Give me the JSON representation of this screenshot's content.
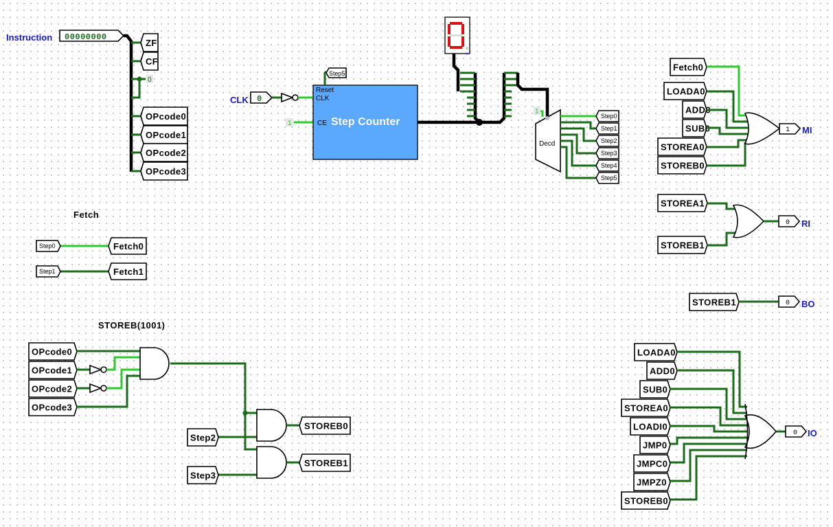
{
  "app": "Logisim circuit editor",
  "instruction_pin": {
    "label": "Instruction",
    "value": "00000000"
  },
  "splitter_outputs": [
    "ZF",
    "CF",
    "OPcode0",
    "OPcode1",
    "OPcode2",
    "OPcode3"
  ],
  "splitter_constant": "0",
  "clk_pin": {
    "label": "CLK",
    "value": "0"
  },
  "ce_constant": "1",
  "step_counter": {
    "title": "Step Counter",
    "reset_label": "Reset",
    "clk_label": "CLK",
    "ce_label": "CE",
    "reset_tunnel": "Step5",
    "color": "#5aa8ff"
  },
  "seven_segment": {
    "digit": "0",
    "color": "#dd1111"
  },
  "decoder": {
    "label": "Decd",
    "enable_constant": "1",
    "outputs": [
      "Step0",
      "Step1",
      "Step2",
      "Step3",
      "Step4",
      "Step5"
    ]
  },
  "fetch_section": {
    "title": "Fetch",
    "rows": [
      {
        "from": "Step0",
        "to": "Fetch0",
        "active": true
      },
      {
        "from": "Step1",
        "to": "Fetch1",
        "active": false
      }
    ]
  },
  "storeb_section": {
    "title": "STOREB(1001)",
    "inputs": [
      "OPcode0",
      "OPcode1",
      "OPcode2",
      "OPcode3"
    ],
    "steps": [
      "Step2",
      "Step3"
    ],
    "outputs": [
      "STOREB0",
      "STOREB1"
    ]
  },
  "mi_section": {
    "inputs": [
      "Fetch0",
      "LOADA0",
      "ADD0",
      "SUB0",
      "STOREA0",
      "STOREB0"
    ],
    "output_label": "MI",
    "value": "1"
  },
  "ri_section": {
    "inputs": [
      "STOREA1",
      "STOREB1"
    ],
    "output_label": "RI",
    "value": "0"
  },
  "bo_section": {
    "input": "STOREB1",
    "output_label": "BO",
    "value": "0"
  },
  "io_section": {
    "inputs": [
      "LOADA0",
      "ADD0",
      "SUB0",
      "STOREA0",
      "LOADI0",
      "JMP0",
      "JMPC0",
      "JMPZ0",
      "STOREB0"
    ],
    "output_label": "IO",
    "value": "0"
  },
  "colors": {
    "wire_low": "#1a6b1a",
    "wire_high": "#2ec92e",
    "bus": "#000000",
    "pin_label": "#1a1acc"
  }
}
